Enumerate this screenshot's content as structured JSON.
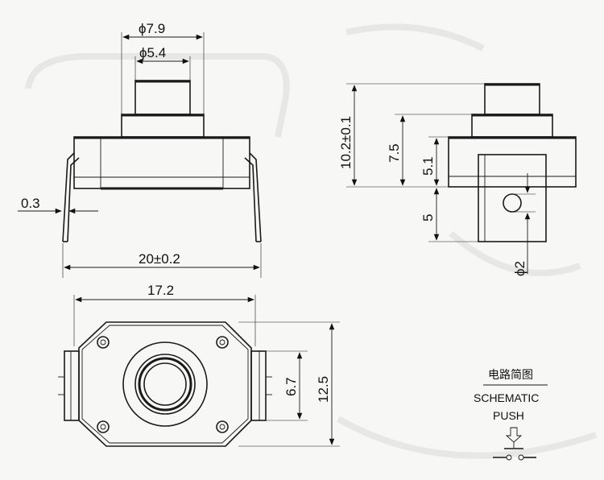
{
  "dimensions": {
    "button_outer_dia": "ϕ7.9",
    "button_inner_dia": "ϕ5.4",
    "pin_thickness": "0.3",
    "overall_width": "20±0.2",
    "body_width": "17.2",
    "total_height": "10.2±0.1",
    "body_height": "7.5",
    "pin_height": "5.1",
    "pin_length": "5",
    "hole_dia": "ϕ2",
    "pin_pitch": "6.7",
    "body_depth": "12.5"
  },
  "schematic": {
    "title_cn": "电路简图",
    "title_en": "SCHEMATIC",
    "mode": "PUSH"
  }
}
